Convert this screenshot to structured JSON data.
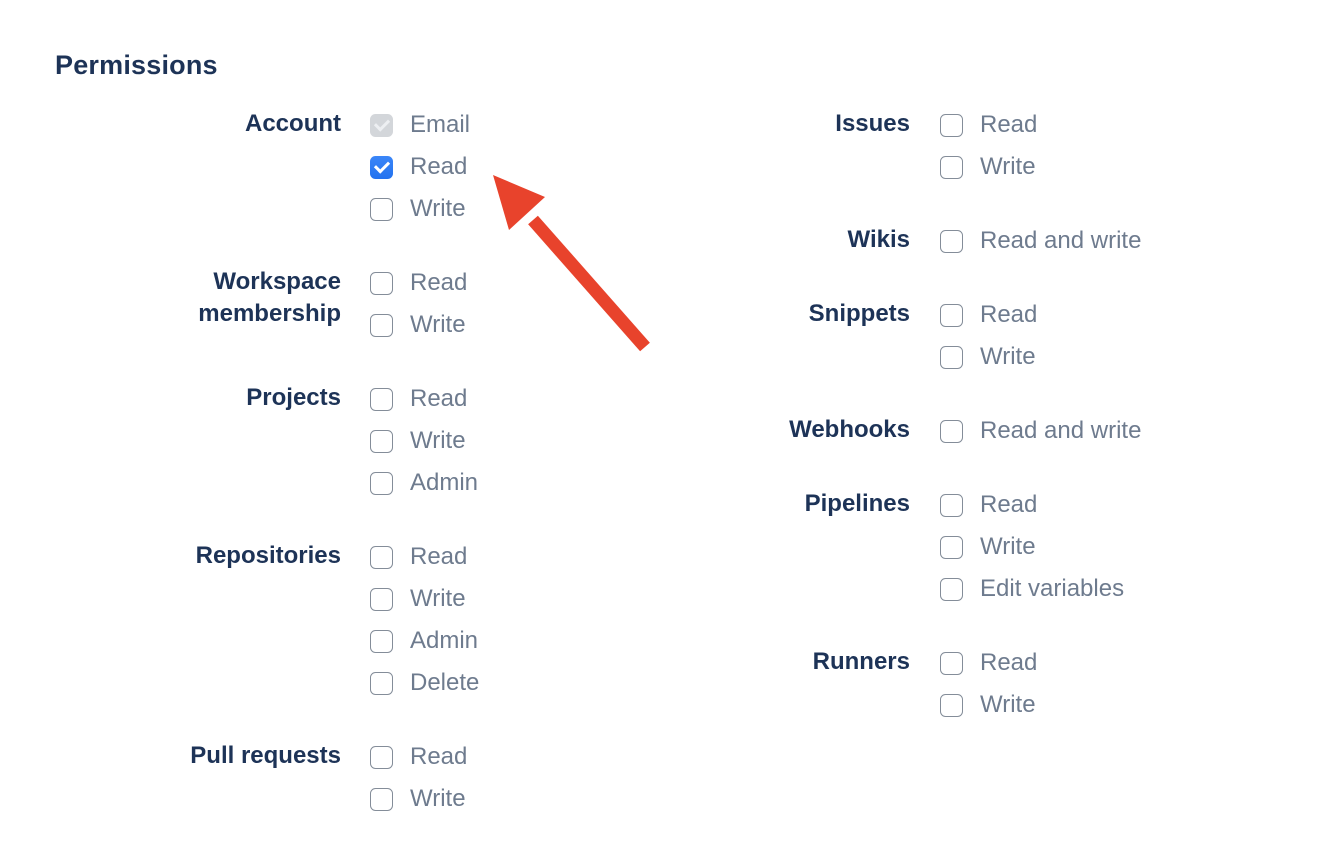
{
  "heading": "Permissions",
  "colors": {
    "heading_text": "#1d3357",
    "group_label_text": "#1d3357",
    "option_label_text": "#6e7b8e",
    "checkbox_checked_fill": "#2b7cf3",
    "checkbox_checked_disabled_fill": "#d3d6da",
    "checkbox_unchecked_border": "#848d99",
    "annotation_arrow": "#e8432c"
  },
  "annotation": {
    "type": "arrow",
    "color": "#e8432c",
    "points_at": "account-read-checkbox"
  },
  "columns": [
    {
      "groups": [
        {
          "label": "Account",
          "options": [
            {
              "label": "Email",
              "state": "checked_disabled"
            },
            {
              "label": "Read",
              "state": "checked"
            },
            {
              "label": "Write",
              "state": "unchecked"
            }
          ]
        },
        {
          "label": "Workspace membership",
          "options": [
            {
              "label": "Read",
              "state": "unchecked"
            },
            {
              "label": "Write",
              "state": "unchecked"
            }
          ]
        },
        {
          "label": "Projects",
          "options": [
            {
              "label": "Read",
              "state": "unchecked"
            },
            {
              "label": "Write",
              "state": "unchecked"
            },
            {
              "label": "Admin",
              "state": "unchecked"
            }
          ]
        },
        {
          "label": "Repositories",
          "options": [
            {
              "label": "Read",
              "state": "unchecked"
            },
            {
              "label": "Write",
              "state": "unchecked"
            },
            {
              "label": "Admin",
              "state": "unchecked"
            },
            {
              "label": "Delete",
              "state": "unchecked"
            }
          ]
        },
        {
          "label": "Pull requests",
          "options": [
            {
              "label": "Read",
              "state": "unchecked"
            },
            {
              "label": "Write",
              "state": "unchecked"
            }
          ]
        }
      ]
    },
    {
      "groups": [
        {
          "label": "Issues",
          "options": [
            {
              "label": "Read",
              "state": "unchecked"
            },
            {
              "label": "Write",
              "state": "unchecked"
            }
          ]
        },
        {
          "label": "Wikis",
          "options": [
            {
              "label": "Read and write",
              "state": "unchecked"
            }
          ]
        },
        {
          "label": "Snippets",
          "options": [
            {
              "label": "Read",
              "state": "unchecked"
            },
            {
              "label": "Write",
              "state": "unchecked"
            }
          ]
        },
        {
          "label": "Webhooks",
          "options": [
            {
              "label": "Read and write",
              "state": "unchecked"
            }
          ]
        },
        {
          "label": "Pipelines",
          "options": [
            {
              "label": "Read",
              "state": "unchecked"
            },
            {
              "label": "Write",
              "state": "unchecked"
            },
            {
              "label": "Edit variables",
              "state": "unchecked"
            }
          ]
        },
        {
          "label": "Runners",
          "options": [
            {
              "label": "Read",
              "state": "unchecked"
            },
            {
              "label": "Write",
              "state": "unchecked"
            }
          ]
        }
      ]
    }
  ]
}
